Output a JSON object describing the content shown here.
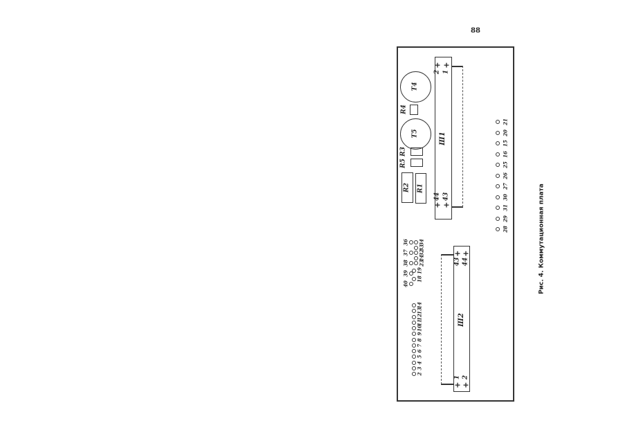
{
  "page_number": "88",
  "caption": "Рис. 4. Коммутационная плата",
  "components": {
    "t4": "Т4",
    "t5": "Т5",
    "r1": "R1",
    "r2": "R2",
    "r3": "R3",
    "r4": "R4",
    "r5": "R5"
  },
  "connector_1": {
    "label": "Ш1",
    "pins": [
      "2",
      "1",
      "44",
      "43"
    ]
  },
  "connector_2": {
    "label": "Ш2",
    "pins": [
      "43",
      "44",
      "1",
      "2"
    ]
  },
  "pin_row_right": [
    "21",
    "20",
    "15",
    "16",
    "25",
    "26",
    "27",
    "30",
    "31",
    "29",
    "28"
  ],
  "pin_row_left_main": [
    "14",
    "13",
    "12",
    "11",
    "10",
    "9",
    "8",
    "7",
    "6",
    "5",
    "4",
    "3",
    "2"
  ],
  "pin_row_left_mid": [
    "19",
    "18"
  ],
  "pin_cluster_outer": [
    "36",
    "37",
    "38",
    "39",
    "40"
  ],
  "pin_cluster_inner": [
    "34",
    "33",
    "32",
    "24",
    "23"
  ]
}
